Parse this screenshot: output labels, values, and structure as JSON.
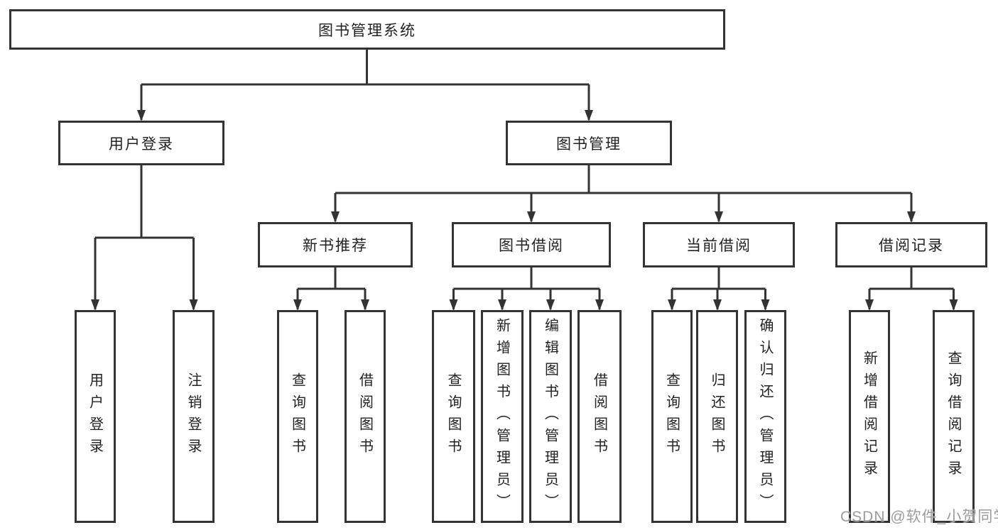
{
  "colors": {
    "background": "#ffffff",
    "line": "#333333",
    "box_border": "#333333",
    "box_fill": "#ffffff",
    "text": "#222222",
    "watermark": "#9c9c9c"
  },
  "tree": {
    "root": {
      "label": "图书管理系统"
    },
    "children": [
      {
        "label": "用户登录",
        "children": [
          {
            "label": "用户登录"
          },
          {
            "label": "注销登录"
          }
        ]
      },
      {
        "label": "图书管理",
        "children": [
          {
            "label": "新书推荐",
            "children": [
              {
                "label": "查询图书"
              },
              {
                "label": "借阅图书"
              }
            ]
          },
          {
            "label": "图书借阅",
            "children": [
              {
                "label": "查询图书"
              },
              {
                "label": "新增图书（管理员）"
              },
              {
                "label": "编辑图书（管理员）"
              },
              {
                "label": "借阅图书"
              }
            ]
          },
          {
            "label": "当前借阅",
            "children": [
              {
                "label": "查询图书"
              },
              {
                "label": "归还图书"
              },
              {
                "label": "确认归还（管理员）"
              }
            ]
          },
          {
            "label": "借阅记录",
            "children": [
              {
                "label": "新增借阅记录"
              },
              {
                "label": "查询借阅记录"
              }
            ]
          }
        ]
      }
    ]
  },
  "watermark": {
    "text": "CSDN @软件_小贺同学"
  }
}
